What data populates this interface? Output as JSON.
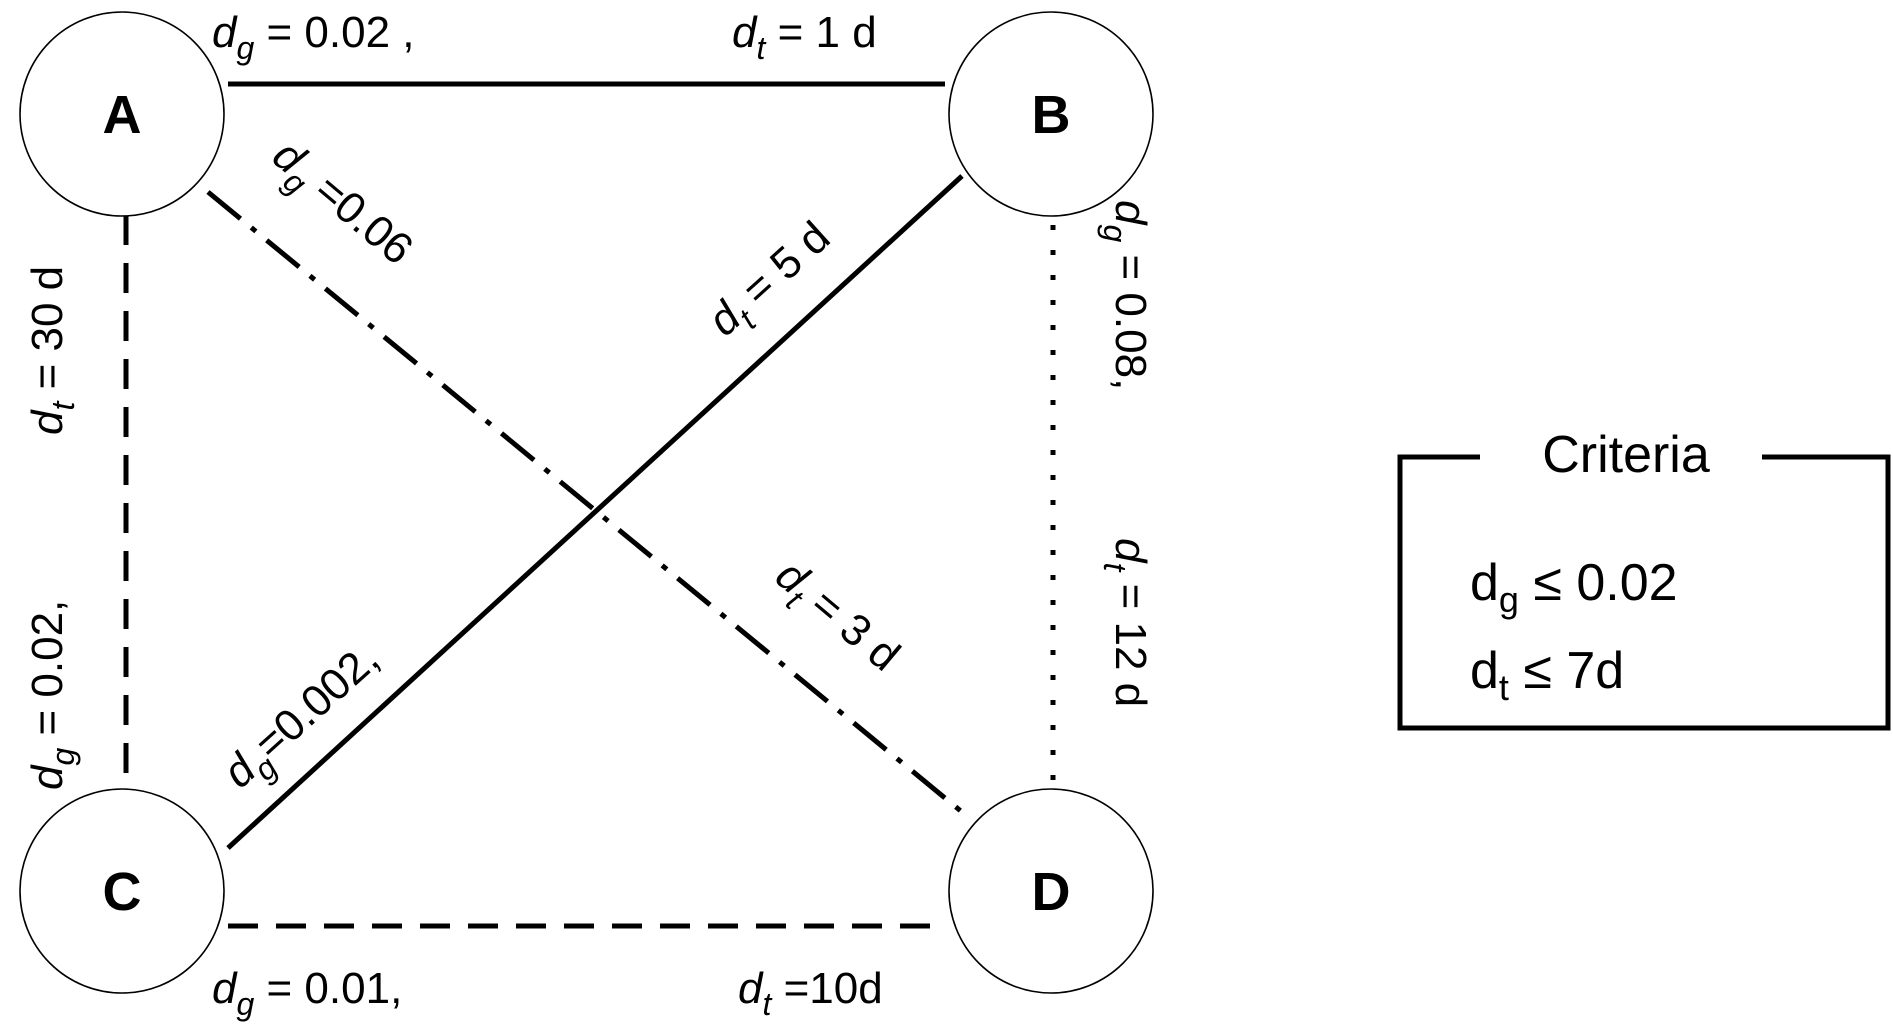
{
  "nodes": {
    "A": "A",
    "B": "B",
    "C": "C",
    "D": "D"
  },
  "edges": {
    "ab": {
      "dg_value": " = 0.02 ,",
      "dt_value": " = 1 d",
      "style": "solid"
    },
    "bc": {
      "dg_value": "=0.002,",
      "dt_value": " = 5 d",
      "style": "solid"
    },
    "ad": {
      "dg_value": " =0.06",
      "dt_value": " = 3 d",
      "style": "dash-dot"
    },
    "ac": {
      "dg_value": " = 0.02,",
      "dt_value": " = 30 d",
      "style": "dashed"
    },
    "bd": {
      "dg_value": " = 0.08,",
      "dt_value": " = 12 d",
      "style": "dotted"
    },
    "cd": {
      "dg_value": " = 0.01,",
      "dt_value": " =10d",
      "style": "dashed"
    }
  },
  "symbols": {
    "d": "d",
    "g": "g",
    "t": "t"
  },
  "criteria": {
    "title": "Criteria",
    "line1": " ≤ 0.02",
    "line2": " ≤  7d"
  }
}
